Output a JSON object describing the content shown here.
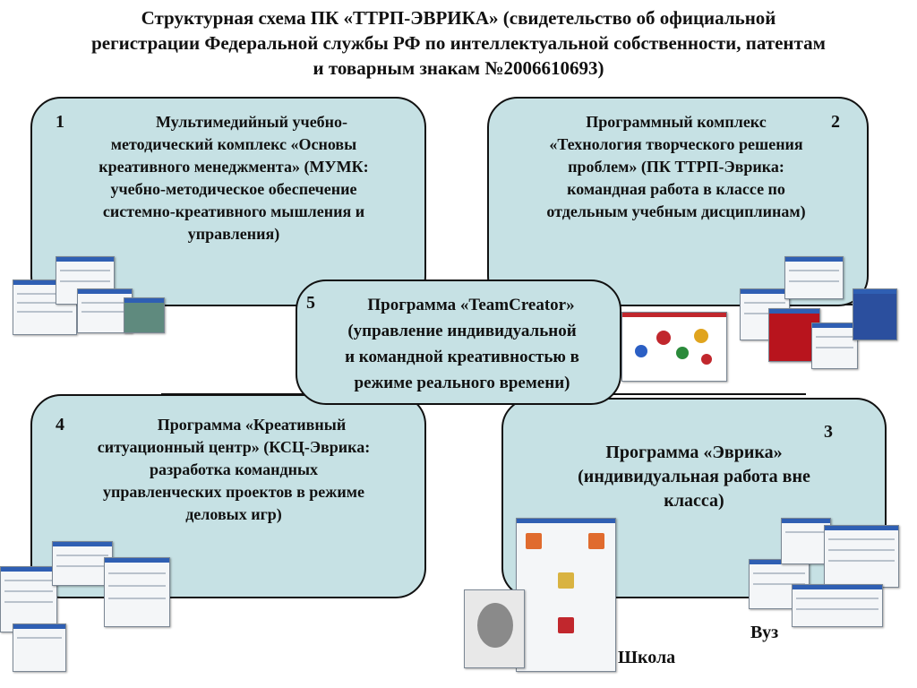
{
  "title": {
    "line1": "Структурная схема ПК «ТТРП-ЭВРИКА» (свидетельство об официальной",
    "line2": "регистрации Федеральной службы РФ по интеллектуальной собственности, патентам",
    "line3": "и товарным знакам №2006610693)"
  },
  "boxes": [
    {
      "number": "1",
      "lines": [
        "Мультимедийный учебно-",
        "методический комплекс «Основы",
        "креативного менеджмента» (МУМК:",
        "учебно-методическое обеспечение",
        "системно-креативного мышления и",
        "управления)"
      ]
    },
    {
      "number": "2",
      "lines": [
        "Программный комплекс",
        "«Технология творческого решения",
        "проблем» (ПК ТТРП-Эврика:",
        "командная работа в классе по",
        "отдельным учебным дисциплинам)"
      ]
    },
    {
      "number": "3",
      "lines": [
        "Программа «Эврика»",
        "(индивидуальная работа вне",
        "класса)"
      ]
    },
    {
      "number": "4",
      "lines": [
        "Программа «Креативный",
        "ситуационный центр» (КСЦ-Эврика:",
        "разработка командных",
        "управленческих проектов в режиме",
        "деловых игр)"
      ]
    },
    {
      "number": "5",
      "lines": [
        "Программа «TeamCreator»",
        "(управление индивидуальной",
        "и командной креативностью в",
        "режиме реального времени)"
      ]
    }
  ],
  "captions": {
    "school": "Школа",
    "university": "Вуз"
  },
  "colors": {
    "box_fill": "#c6e1e4",
    "box_border": "#111111",
    "window_title_bar": "#2f5fb3"
  }
}
